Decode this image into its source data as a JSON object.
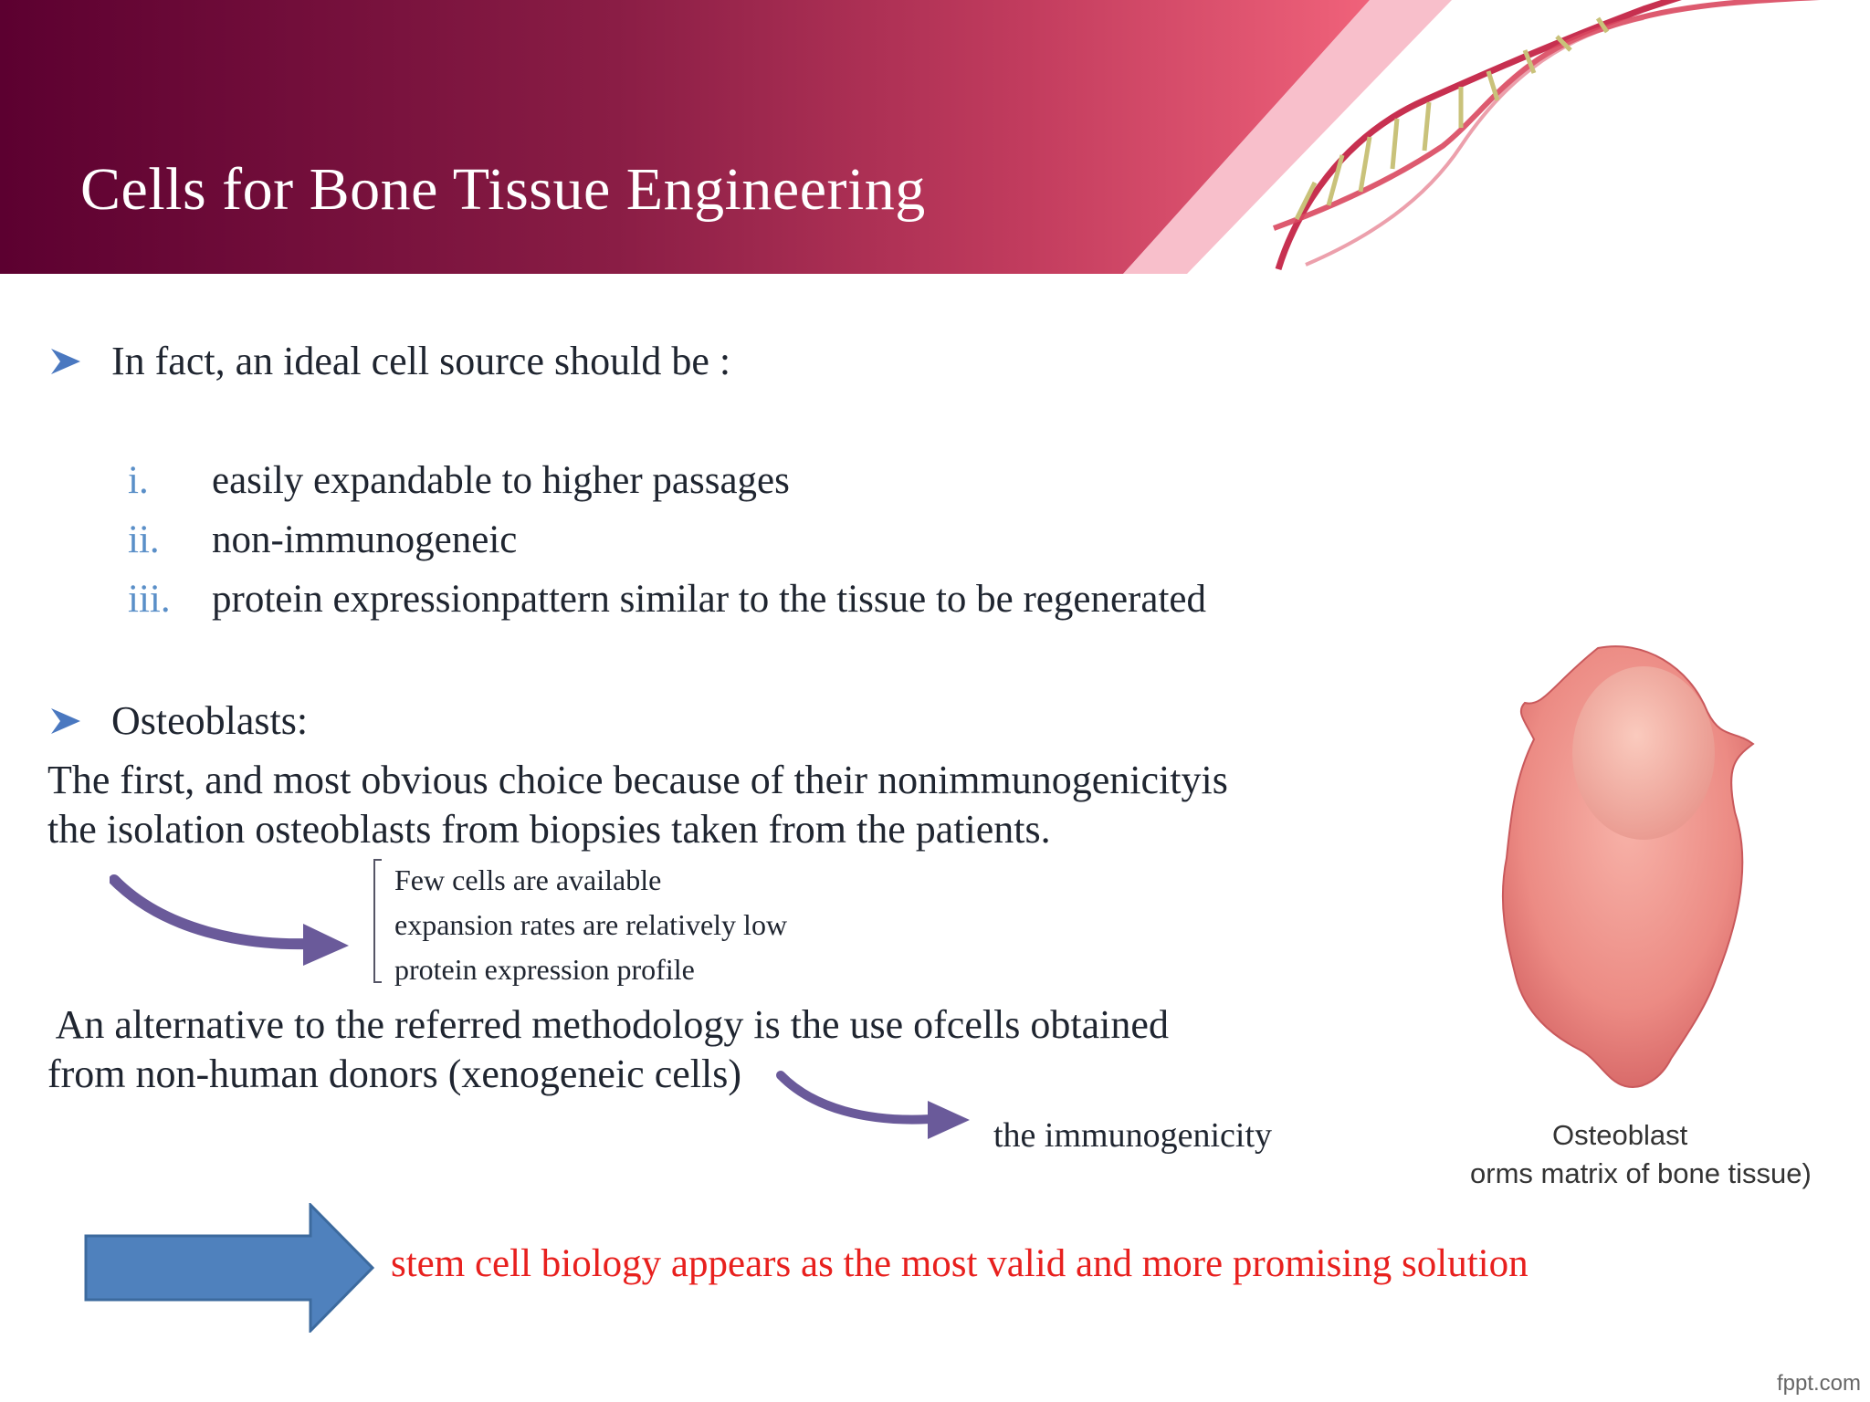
{
  "slide": {
    "title": "Cells for Bone Tissue Engineering",
    "intro_bullet": "In fact, an ideal cell source should be :",
    "criteria": [
      {
        "num": "i.",
        "text": "easily expandable to higher passages"
      },
      {
        "num": "ii.",
        "text": "non-immunogeneic"
      },
      {
        "num": "iii.",
        "text": "protein expressionpattern similar to the tissue to be regenerated"
      }
    ],
    "osteoblasts_bullet": "Osteoblasts:",
    "osteoblasts_para": [
      "The first, and most obvious choice because of their nonimmunogenicityis",
      "the isolation osteoblasts from biopsies taken from the patients."
    ],
    "limitations": [
      "Few cells are available",
      "expansion rates are relatively low",
      "protein expression profile"
    ],
    "alternative_para": [
      " An alternative to the referred methodology is the use ofcells obtained",
      "from non-human donors (xenogeneic cells)"
    ],
    "xeno_issue": "the immunogenicity",
    "conclusion": "stem cell biology appears as the most valid and more promising solution",
    "image_caption": {
      "line1": "Osteoblast",
      "line2": "orms matrix of bone tissue)"
    },
    "brand": "fppt.com"
  },
  "colors": {
    "header_dark": "#5c0030",
    "header_mid": "#a3294f",
    "header_light": "#e8566e",
    "bullet_blue": "#4a78c0",
    "list_number": "#5a8fc8",
    "conclusion_red": "#e8201e",
    "big_arrow": "#4f81bd",
    "curved_arrow": "#6a5a9a"
  }
}
